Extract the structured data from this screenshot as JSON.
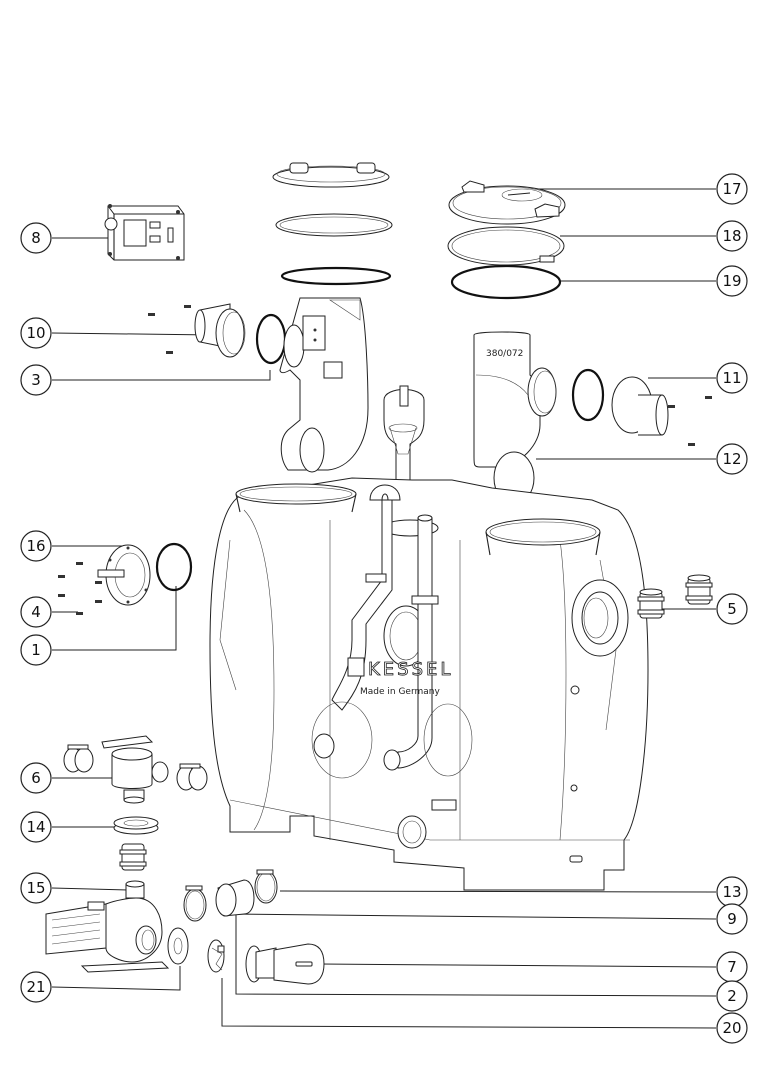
{
  "diagram": {
    "type": "exploded-parts-view",
    "product_brand_text": "KESSEL",
    "product_marking": "Made in Germany",
    "callouts": [
      {
        "id": "17",
        "label": "17",
        "part": "manhole-cover-right"
      },
      {
        "id": "18",
        "label": "18",
        "part": "clamp-ring-right"
      },
      {
        "id": "19",
        "label": "19",
        "part": "seal-ring-right"
      },
      {
        "id": "8",
        "label": "8",
        "part": "control-unit"
      },
      {
        "id": "10",
        "label": "10",
        "part": "inlet-adapter-left"
      },
      {
        "id": "3",
        "label": "3",
        "part": "o-ring-seal-left"
      },
      {
        "id": "11",
        "label": "11",
        "part": "inlet-adapter-right"
      },
      {
        "id": "12",
        "label": "12",
        "part": "elbow-seal-right"
      },
      {
        "id": "16",
        "label": "16",
        "part": "inspection-flange"
      },
      {
        "id": "4",
        "label": "4",
        "part": "screws"
      },
      {
        "id": "1",
        "label": "1",
        "part": "flange-seal-ring"
      },
      {
        "id": "5",
        "label": "5",
        "part": "hose-couplings"
      },
      {
        "id": "6",
        "label": "6",
        "part": "gate-valve"
      },
      {
        "id": "14",
        "label": "14",
        "part": "flange-adapter"
      },
      {
        "id": "15",
        "label": "15",
        "part": "pump"
      },
      {
        "id": "13",
        "label": "13",
        "part": "hose-clamps"
      },
      {
        "id": "9",
        "label": "9",
        "part": "connecting-sleeve"
      },
      {
        "id": "7",
        "label": "7",
        "part": "non-return-valve"
      },
      {
        "id": "2",
        "label": "2",
        "part": "sleeve-seal"
      },
      {
        "id": "20",
        "label": "20",
        "part": "impeller"
      },
      {
        "id": "21",
        "label": "21",
        "part": "pump-flange-seal"
      }
    ]
  }
}
